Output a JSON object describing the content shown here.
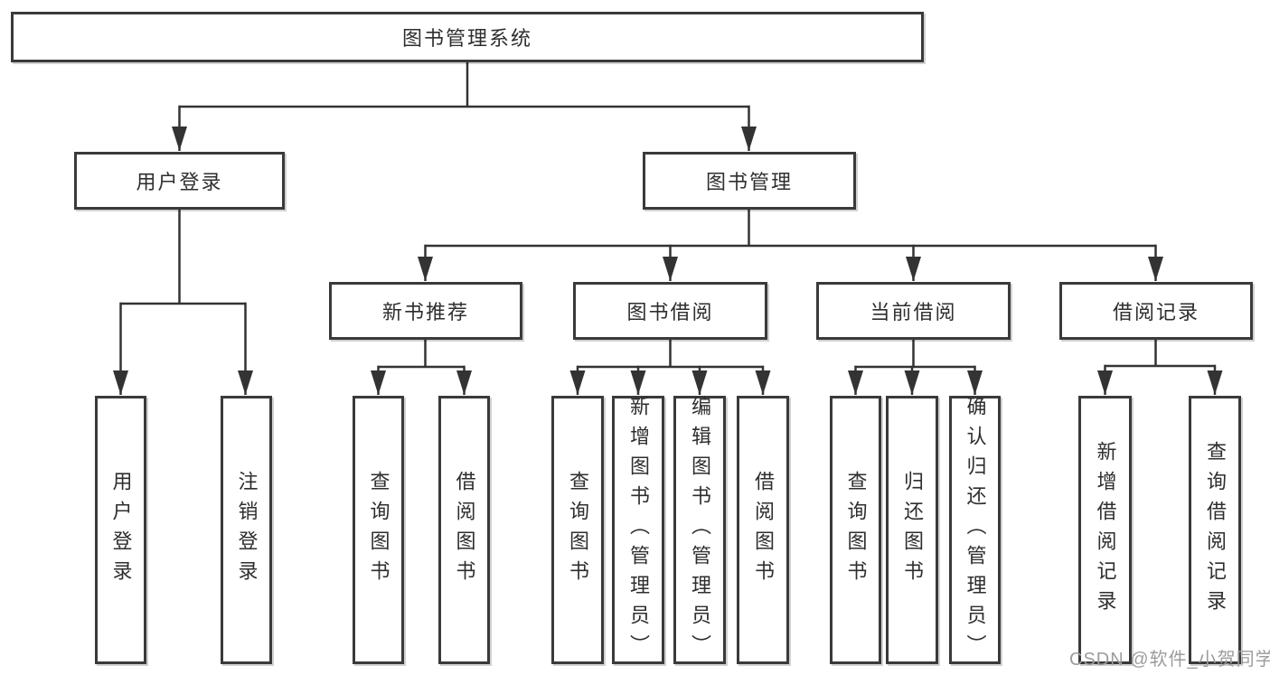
{
  "diagram": {
    "root": {
      "label": "图书管理系统",
      "children": [
        {
          "label": "用户登录",
          "children": [
            {
              "label": "用户登录"
            },
            {
              "label": "注销登录"
            }
          ]
        },
        {
          "label": "图书管理",
          "children": [
            {
              "label": "新书推荐",
              "children": [
                {
                  "label": "查询图书"
                },
                {
                  "label": "借阅图书"
                }
              ]
            },
            {
              "label": "图书借阅",
              "children": [
                {
                  "label": "查询图书"
                },
                {
                  "label": "新增图书（管理员）"
                },
                {
                  "label": "编辑图书（管理员）"
                },
                {
                  "label": "借阅图书"
                }
              ]
            },
            {
              "label": "当前借阅",
              "children": [
                {
                  "label": "查询图书"
                },
                {
                  "label": "归还图书"
                },
                {
                  "label": "确认归还（管理员）"
                }
              ]
            },
            {
              "label": "借阅记录",
              "children": [
                {
                  "label": "新增借阅记录"
                },
                {
                  "label": "查询借阅记录"
                }
              ]
            }
          ]
        }
      ]
    },
    "watermark": "CSDN @软件_小贺同学",
    "colors": {
      "line": "#333333",
      "box_border": "#3a3a3a",
      "text": "#2e2e2e",
      "background": "#ffffff",
      "watermark": "#9c9c9c"
    }
  }
}
